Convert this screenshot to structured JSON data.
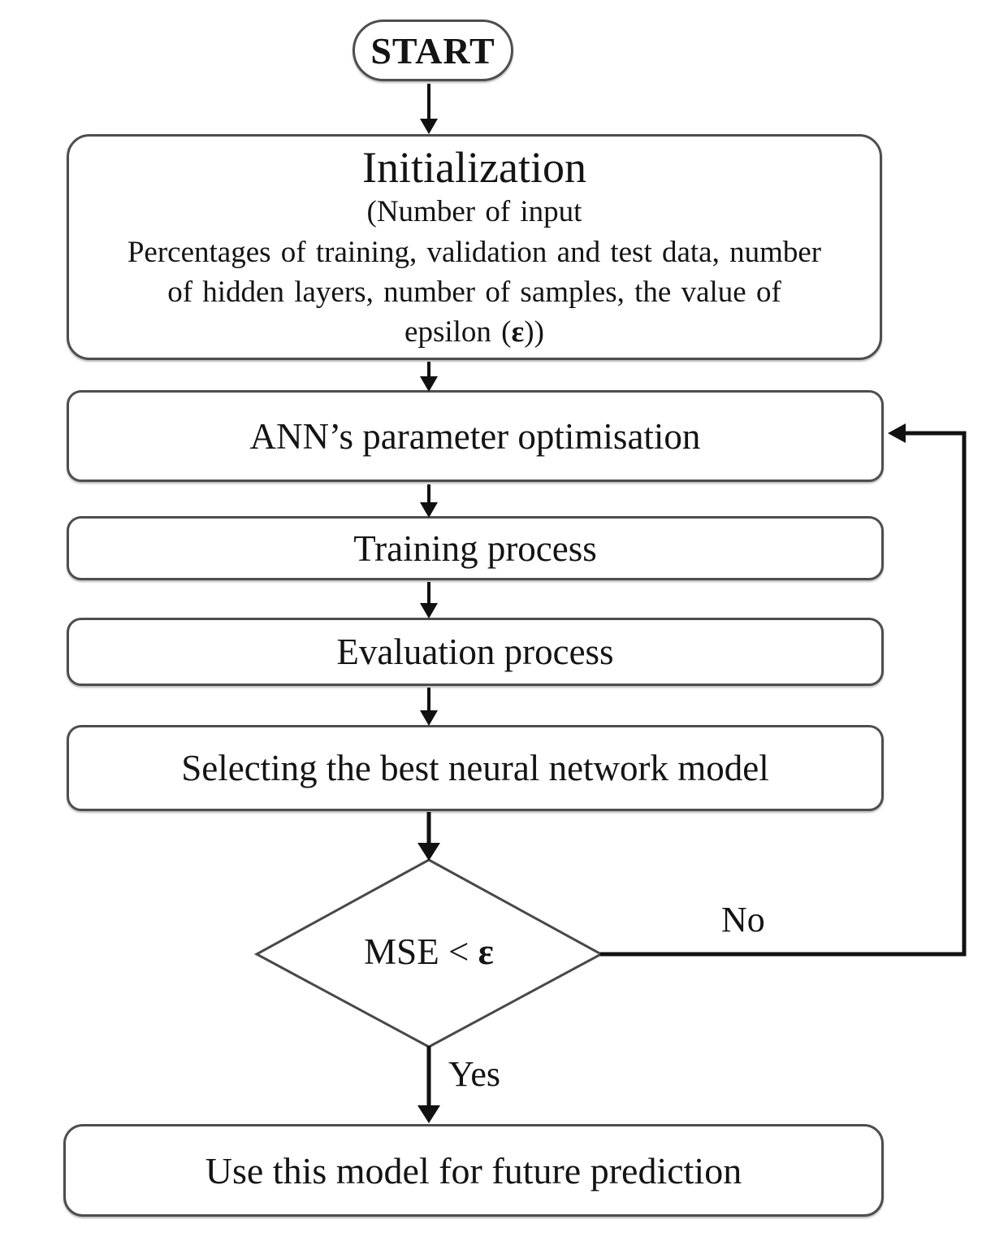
{
  "flowchart": {
    "start": {
      "label": "START"
    },
    "init": {
      "title": "Initialization",
      "line1": "(Number of input",
      "line2": "Percentages of training, validation and test data, number",
      "line3": "of hidden layers, number of samples, the value of",
      "line4_prefix": "epsilon (",
      "line4_epsilon": "ε",
      "line4_suffix": "))"
    },
    "steps": [
      {
        "label": "ANN’s parameter optimisation"
      },
      {
        "label": "Training process"
      },
      {
        "label": "Evaluation process"
      },
      {
        "label": "Selecting the best neural network model"
      }
    ],
    "decision": {
      "prefix": "MSE < ",
      "epsilon": "ε"
    },
    "branches": {
      "yes": "Yes",
      "no": "No"
    },
    "final": {
      "label": "Use this model for future prediction"
    },
    "colors": {
      "arrow": "#111111",
      "box_border": "#4e4e4e",
      "text": "#141414",
      "background": "#ffffff"
    }
  }
}
